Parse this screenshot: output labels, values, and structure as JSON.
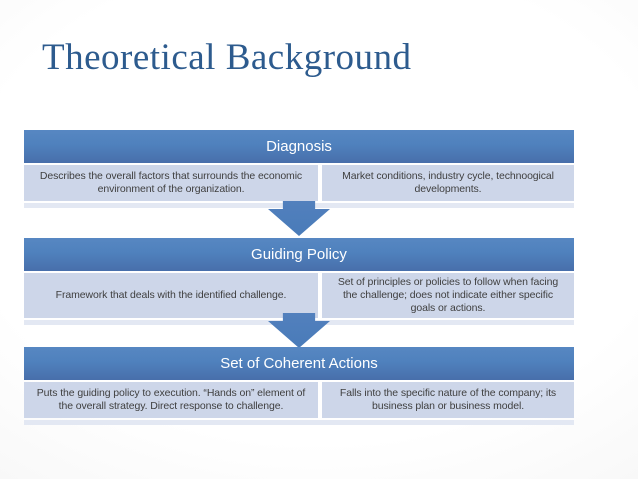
{
  "slide": {
    "title": "Theoretical Background"
  },
  "colors": {
    "title_blue": "#2d5b8e",
    "header_blue": "#4f81bd",
    "cell_blue": "#cdd6e9",
    "strip_blue": "#e3e8f3",
    "body_text": "#3f3f3f"
  },
  "sections": [
    {
      "header": "Diagnosis",
      "left": "Describes the overall factors that surrounds the economic environment of the organization.",
      "right": "Market conditions, industry cycle, technoogical developments."
    },
    {
      "header": "Guiding Policy",
      "left": "Framework that deals with the identified challenge.",
      "right": "Set of principles or policies to follow when facing the challenge; does not indicate either specific goals or actions."
    },
    {
      "header": "Set of Coherent Actions",
      "left": "Puts the guiding policy to execution. “Hands on” element of the overall strategy. Direct response to challenge.",
      "right": "Falls into the specific nature of the company; its business plan or business model."
    }
  ]
}
